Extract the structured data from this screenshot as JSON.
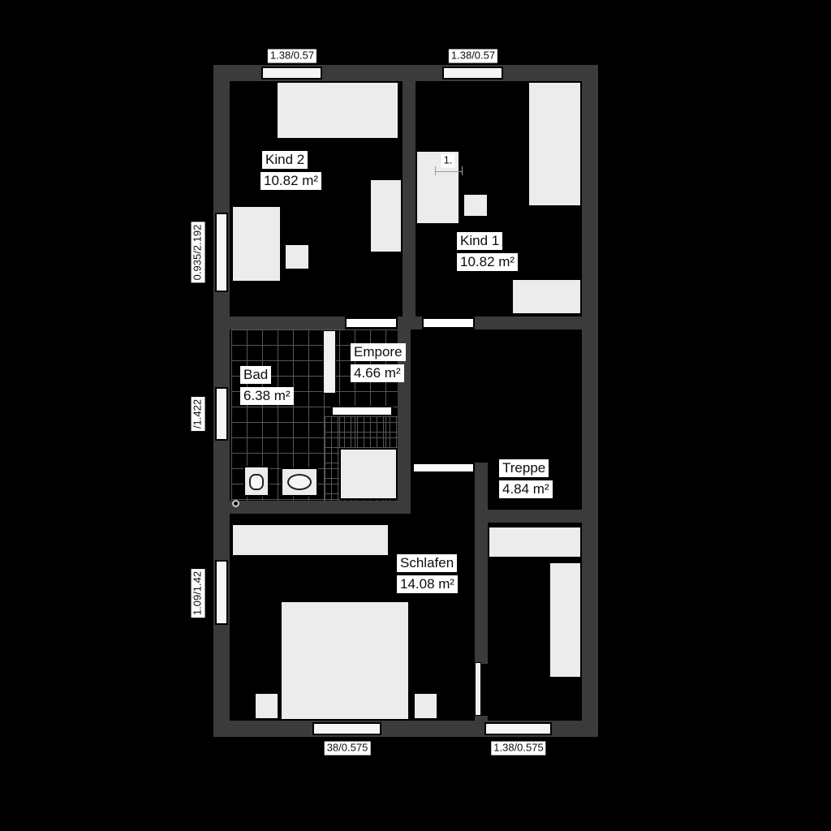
{
  "rooms": {
    "kind2": {
      "name": "Kind 2",
      "area": "10.82 m²"
    },
    "kind1": {
      "name": "Kind 1",
      "area": "10.82 m²"
    },
    "empore": {
      "name": "Empore",
      "area": "4.66 m²"
    },
    "bad": {
      "name": "Bad",
      "area": "6.38 m²"
    },
    "treppe": {
      "name": "Treppe",
      "area": "4.84 m²"
    },
    "schlafen": {
      "name": "Schlafen",
      "area": "14.08 m²"
    }
  },
  "dimensions": {
    "top_left": "1.38/0.57",
    "top_right": "1.38/0.57",
    "left_upper": "0.935/2.192",
    "left_middle": "/1.422",
    "left_lower": "1.09/1.42",
    "bottom_left": "38/0.575",
    "bottom_right": "1.38/0.575"
  },
  "annotations": {
    "kind1_dim": "1."
  },
  "colors": {
    "background": "#000000",
    "wall": "#3b3b3b",
    "furniture": "#ececec",
    "label_bg": "#ffffff",
    "label_text": "#0d0d0d",
    "tile_line": "#565656"
  }
}
